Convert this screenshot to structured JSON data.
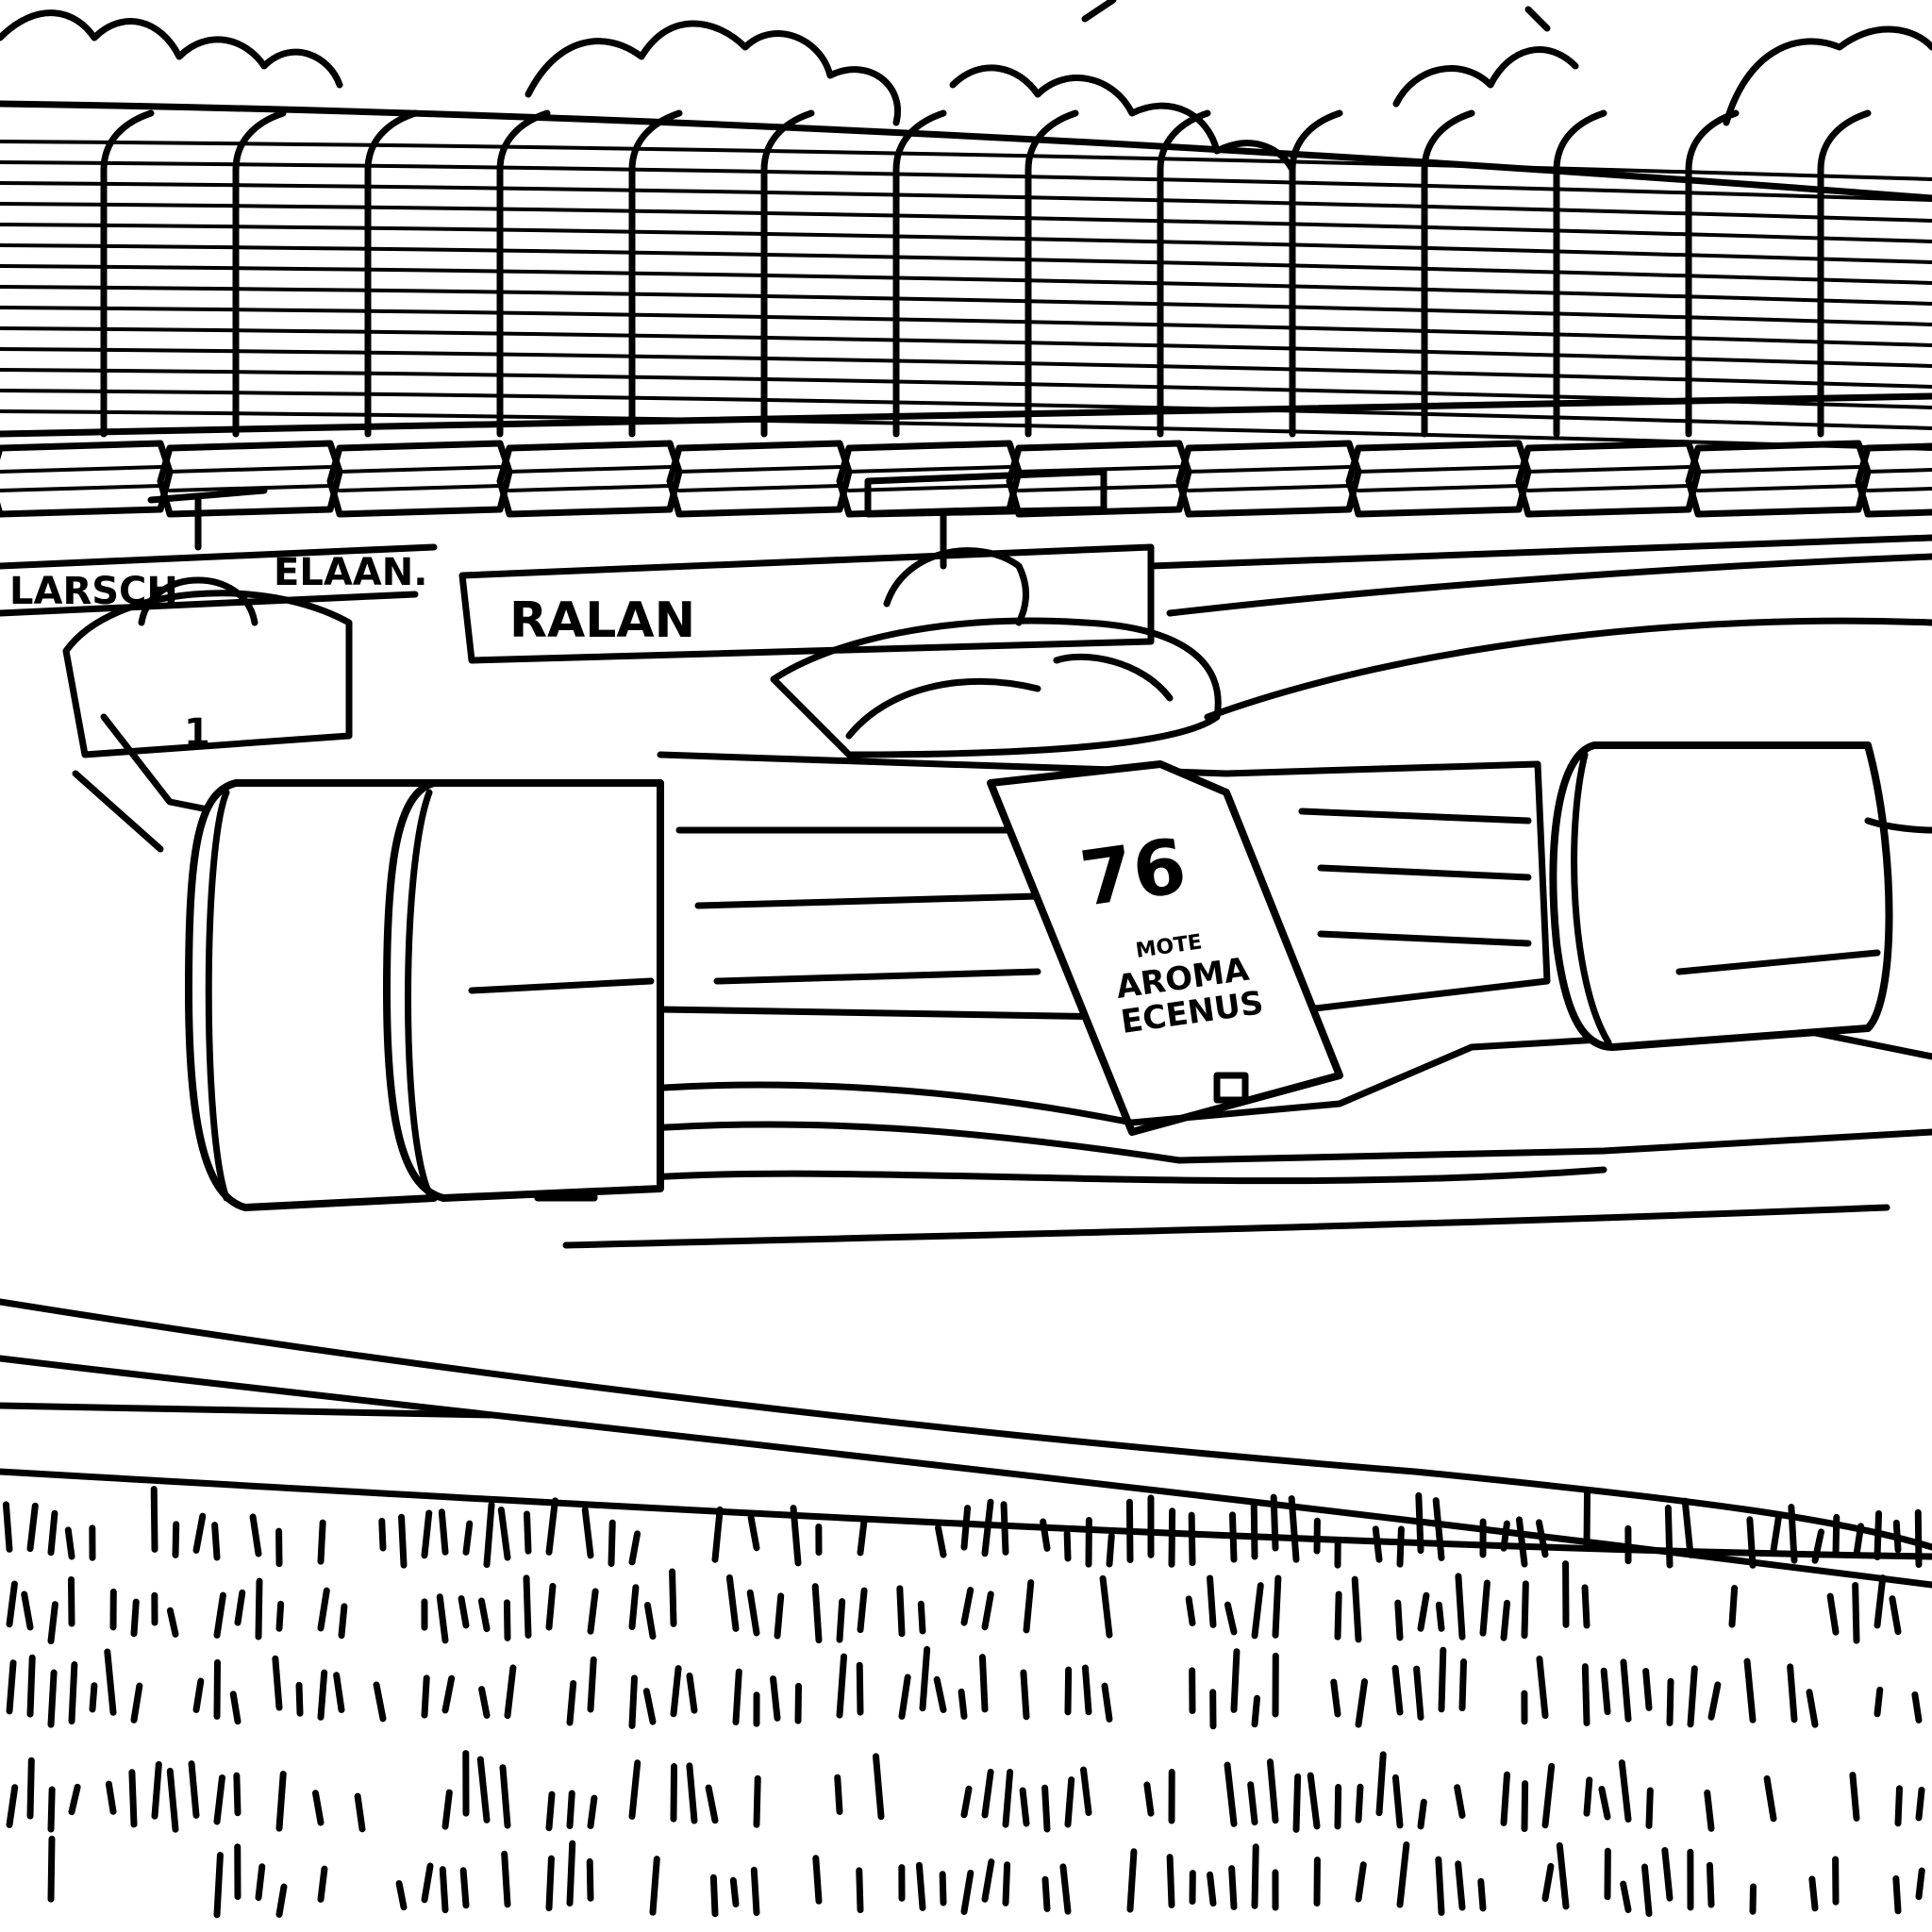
{
  "scene": {
    "style": "black-and-white line art coloring page",
    "palette": {
      "ink": "#000000",
      "paper": "#ffffff"
    },
    "signage": {
      "sign_left_1": "LARSCH",
      "sign_left_2": "ELAAN.",
      "sign_center": "RALAN"
    },
    "car_livery": {
      "number": "76",
      "sponsor_small": "MOTE",
      "sponsor_line_1": "AROMA",
      "sponsor_line_2": "ECENUS"
    }
  }
}
